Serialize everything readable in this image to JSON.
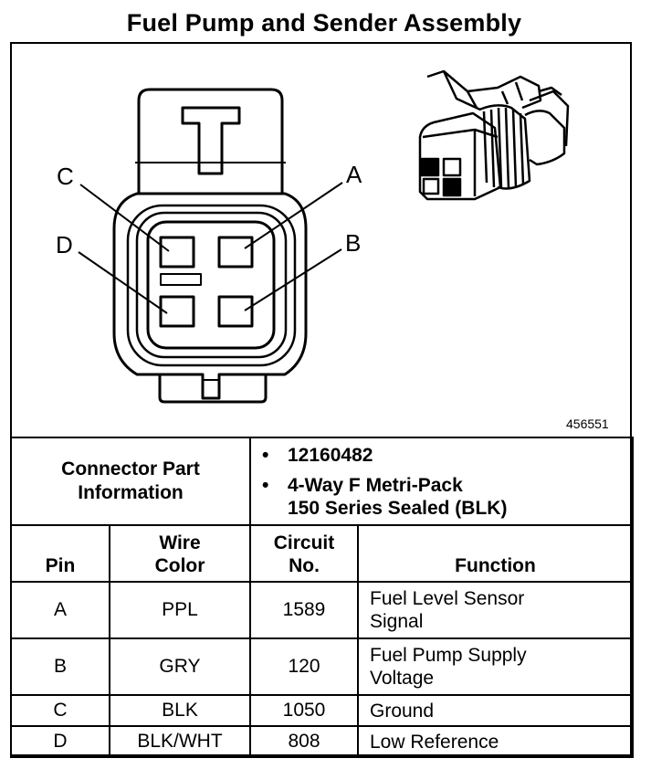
{
  "title": "Fuel Pump and Sender Assembly",
  "figure_number": "456551",
  "pin_labels": [
    "A",
    "B",
    "C",
    "D"
  ],
  "connector_info": {
    "label_line1": "Connector Part",
    "label_line2": "Information",
    "part_number": "12160482",
    "desc_line1": "4-Way F Metri-Pack",
    "desc_line2": "150 Series Sealed (BLK)"
  },
  "table_headers": {
    "pin": "Pin",
    "wire_color_1": "Wire",
    "wire_color_2": "Color",
    "circuit_1": "Circuit",
    "circuit_2": "No.",
    "function": "Function"
  },
  "rows": [
    {
      "pin": "A",
      "wire": "PPL",
      "circuit": "1589",
      "function_1": "Fuel Level Sensor",
      "function_2": "Signal"
    },
    {
      "pin": "B",
      "wire": "GRY",
      "circuit": "120",
      "function_1": "Fuel Pump Supply",
      "function_2": "Voltage"
    },
    {
      "pin": "C",
      "wire": "BLK",
      "circuit": "1050",
      "function_1": "Ground",
      "function_2": ""
    },
    {
      "pin": "D",
      "wire": "BLK/WHT",
      "circuit": "808",
      "function_1": "Low Reference",
      "function_2": ""
    }
  ]
}
